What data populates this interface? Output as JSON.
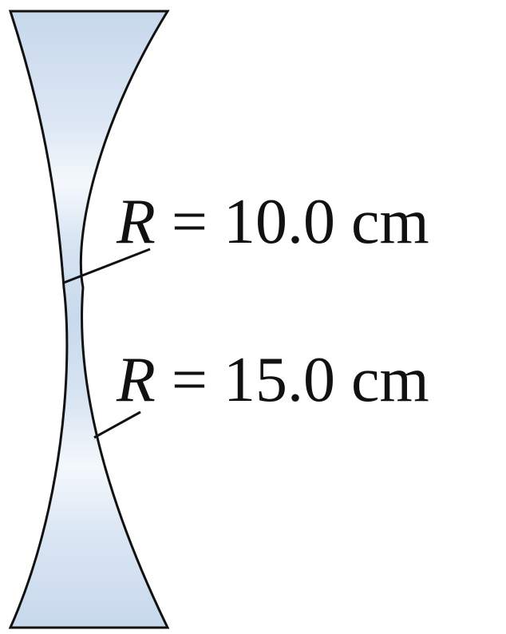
{
  "labels": {
    "surface_1": {
      "symbol": "R",
      "equals": "=",
      "value": "10.0 cm"
    },
    "surface_2": {
      "symbol": "R",
      "equals": "=",
      "value": "15.0 cm"
    }
  },
  "colors": {
    "lens_fill_edge": "#c9d9ec",
    "lens_fill_center": "#eef4fb",
    "outline": "#111111",
    "text": "#111111"
  }
}
